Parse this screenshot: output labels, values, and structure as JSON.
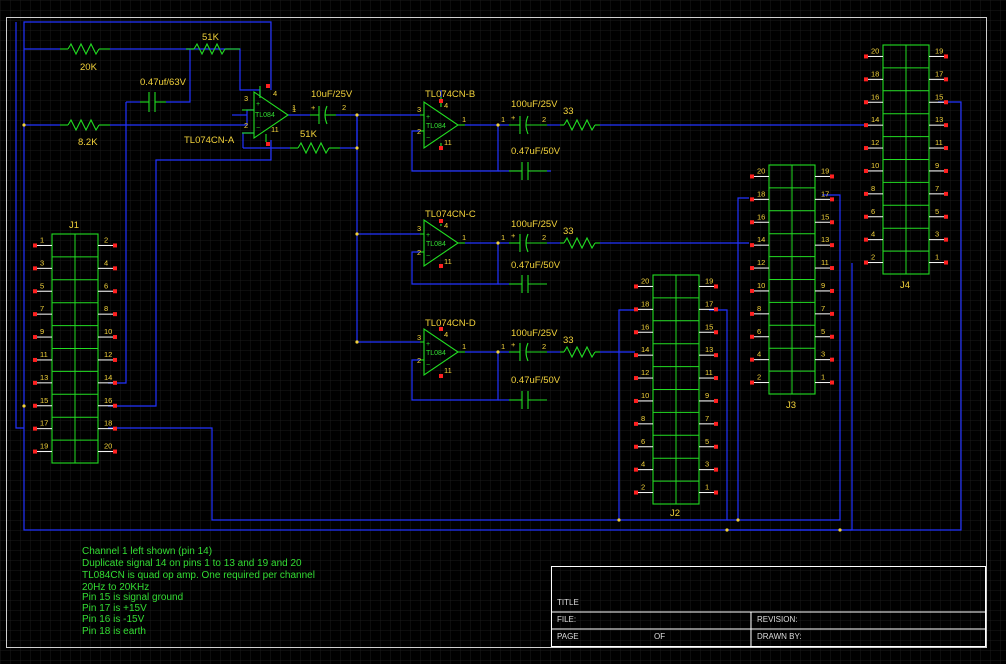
{
  "opamps": {
    "a": {
      "name": "TL074CN-A",
      "part": "TL084",
      "pin_in_plus": "3",
      "pin_in_minus": "2",
      "pin_out": "1",
      "pin_v_plus": "4",
      "pin_v_minus": "11"
    },
    "b": {
      "name": "TL074CN-B",
      "part": "TL084",
      "pin_in_plus": "3",
      "pin_in_minus": "2",
      "pin_out": "1",
      "pin_v_plus": "4",
      "pin_v_minus": "11"
    },
    "c": {
      "name": "TL074CN-C",
      "part": "TL084",
      "pin_in_plus": "3",
      "pin_in_minus": "2",
      "pin_out": "1",
      "pin_v_plus": "4",
      "pin_v_minus": "11"
    },
    "d": {
      "name": "TL074CN-D",
      "part": "TL084",
      "pin_in_plus": "3",
      "pin_in_minus": "2",
      "pin_out": "1",
      "pin_v_plus": "4",
      "pin_v_minus": "11"
    }
  },
  "components": {
    "r_20k": "20K",
    "r_8k2": "8.2K",
    "r_51k_top": "51K",
    "r_51k_fb": "51K",
    "c_047_63": "0.47uf/63V",
    "c_10uf": "10uF/25V",
    "c_100uf_b": "100uF/25V",
    "c_100uf_c": "100uF/25V",
    "c_100uf_d": "100uF/25V",
    "c_047_b": "0.47uF/50V",
    "c_047_c": "0.47uF/50V",
    "c_047_d": "0.47uF/50V",
    "r_33_b": "33",
    "r_33_c": "33",
    "r_33_d": "33",
    "pin_1": "1",
    "pin_2": "2",
    "plus": "+"
  },
  "connectors": {
    "j1": {
      "name": "J1",
      "left": [
        "1",
        "3",
        "5",
        "7",
        "9",
        "11",
        "13",
        "15",
        "17",
        "19"
      ],
      "right": [
        "2",
        "4",
        "6",
        "8",
        "10",
        "12",
        "14",
        "16",
        "18",
        "20"
      ]
    },
    "j2": {
      "name": "J2",
      "left": [
        "20",
        "18",
        "16",
        "14",
        "12",
        "10",
        "8",
        "6",
        "4",
        "2"
      ],
      "right": [
        "19",
        "17",
        "15",
        "13",
        "11",
        "9",
        "7",
        "5",
        "3",
        "1"
      ]
    },
    "j3": {
      "name": "J3",
      "left": [
        "20",
        "18",
        "16",
        "14",
        "12",
        "10",
        "8",
        "6",
        "4",
        "2"
      ],
      "right": [
        "19",
        "17",
        "15",
        "13",
        "11",
        "9",
        "7",
        "5",
        "3",
        "1"
      ]
    },
    "j4": {
      "name": "J4",
      "left": [
        "20",
        "18",
        "16",
        "14",
        "12",
        "10",
        "8",
        "6",
        "4",
        "2"
      ],
      "right": [
        "19",
        "17",
        "15",
        "13",
        "11",
        "9",
        "7",
        "5",
        "3",
        "1"
      ]
    }
  },
  "notes": [
    "Channel 1 left shown (pin 14)",
    "Duplicate signal 14 on pins 1 to 13 and 19 and 20",
    "TL084CN is quad op amp. One required per channel",
    "20Hz to 20KHz",
    "Pin 15 is signal ground",
    "Pin 17 is +15V",
    "Pin 16 is -15V",
    "Pin 18 is earth"
  ],
  "title_block": {
    "title": "TITLE",
    "file": "FILE:",
    "page": "PAGE",
    "of": "OF",
    "revision": "REVISION:",
    "drawn_by": "DRAWN BY:"
  },
  "colors": {
    "wire": "#2233ff",
    "component": "#22dd22",
    "label": "#f2d23a",
    "pad": "#ff2020",
    "note": "#33dd33",
    "background": "#000000"
  }
}
